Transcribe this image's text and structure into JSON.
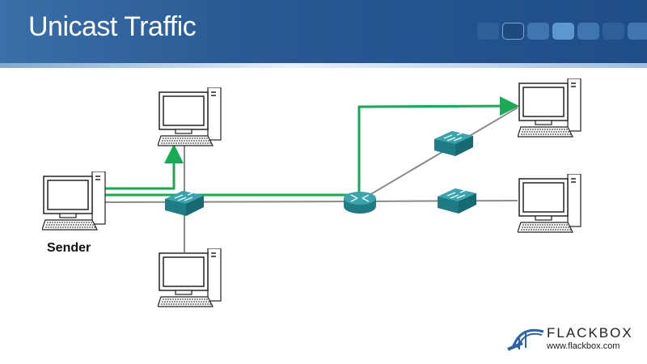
{
  "header": {
    "title": "Unicast Traffic"
  },
  "diagram": {
    "sender_label": "Sender",
    "colors": {
      "traffic": "#1aaa55",
      "link": "#8a8a8a",
      "device": "#2a8c96"
    }
  },
  "logo": {
    "name": "FLACKBOX",
    "url": "www.flackbox.com"
  }
}
